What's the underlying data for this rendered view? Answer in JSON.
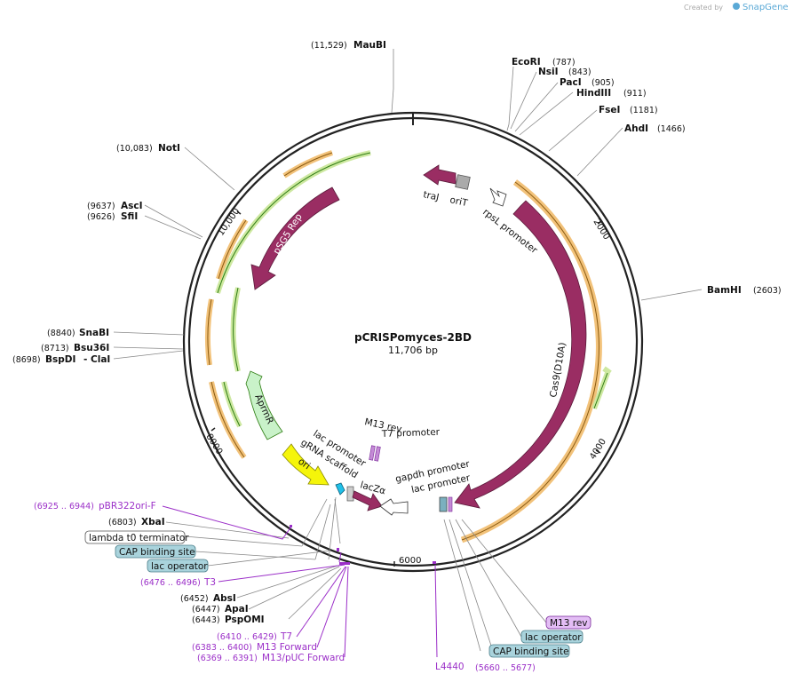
{
  "branding": {
    "created_by": "Created by",
    "app": "SnapGene"
  },
  "plasmid": {
    "name": "pCRISPomyces-2BD",
    "size": "11,706 bp"
  },
  "ticks": [
    "2000",
    "4000",
    "6000",
    "8000",
    "10,000"
  ],
  "sites": {
    "maubi": {
      "pos": "(11,529)",
      "name": "MauBI"
    },
    "ecori": {
      "pos": "(787)",
      "name": "EcoRI"
    },
    "nsii": {
      "pos": "(843)",
      "name": "NsiI"
    },
    "paci": {
      "pos": "(905)",
      "name": "PacI"
    },
    "hindiii": {
      "pos": "(911)",
      "name": "HindIII"
    },
    "fsei": {
      "pos": "(1181)",
      "name": "FseI"
    },
    "ahdi": {
      "pos": "(1466)",
      "name": "AhdI"
    },
    "bamhi": {
      "pos": "(2603)",
      "name": "BamHI"
    },
    "noti": {
      "pos": "(10,083)",
      "name": "NotI"
    },
    "asci": {
      "pos": "(9637)",
      "name": "AscI"
    },
    "sfii": {
      "pos": "(9626)",
      "name": "SfiI"
    },
    "snabi": {
      "pos": "(8840)",
      "name": "SnaBI"
    },
    "bsu36i": {
      "pos": "(8713)",
      "name": "Bsu36I"
    },
    "bspdi": {
      "pos": "(8698)",
      "name": "BspDI",
      "suffix": "- ClaI"
    },
    "xbai": {
      "pos": "(6803)",
      "name": "XbaI"
    },
    "absi": {
      "pos": "(6452)",
      "name": "AbsI"
    },
    "apai": {
      "pos": "(6447)",
      "name": "ApaI"
    },
    "pspomi": {
      "pos": "(6443)",
      "name": "PspOMI"
    }
  },
  "primers": {
    "pbr322": {
      "range": "(6925 .. 6944)",
      "name": "pBR322ori-F"
    },
    "t3": {
      "range": "(6476 .. 6496)",
      "name": "T3"
    },
    "t7": {
      "range": "(6410 .. 6429)",
      "name": "T7"
    },
    "m13fwd": {
      "range": "(6383 .. 6400)",
      "name": "M13 Forward"
    },
    "m13puc": {
      "range": "(6369 .. 6391)",
      "name": "M13/pUC Forward"
    },
    "l4440": {
      "name": "L4440"
    },
    "cap_range": {
      "range": "(5660 .. 5677)"
    }
  },
  "boxes": {
    "lambda": "lambda t0 terminator",
    "cap1": "CAP binding site",
    "lacop1": "lac operator",
    "m13rev": "M13 rev",
    "lacop2": "lac operator",
    "cap2": "CAP binding site"
  },
  "features": {
    "traj": "traJ",
    "orit": "oriT",
    "rpsl": "rpsL promoter",
    "cas9": "Cas9(D10A)",
    "psg5": "pSG5 Rep",
    "apmr": "AprmR",
    "ori": "ori",
    "lacprom1": "lac promoter",
    "grna": "gRNA scaffold",
    "lacza": "lacZα",
    "m13rev_in": "M13 rev",
    "t7prom": "T7 promoter",
    "gapdh": "gapdh promoter",
    "lacprom2": "lac promoter"
  },
  "colors": {
    "backbone": "#222222",
    "cds": "#9a2d63",
    "ori": "#f5f50a",
    "marker": "#c9f2c9",
    "orf_orange": "#f2c27a",
    "orf_green": "#cde8a0",
    "box_blue": "#a9d3dc",
    "box_purple": "#e3bdf5"
  }
}
